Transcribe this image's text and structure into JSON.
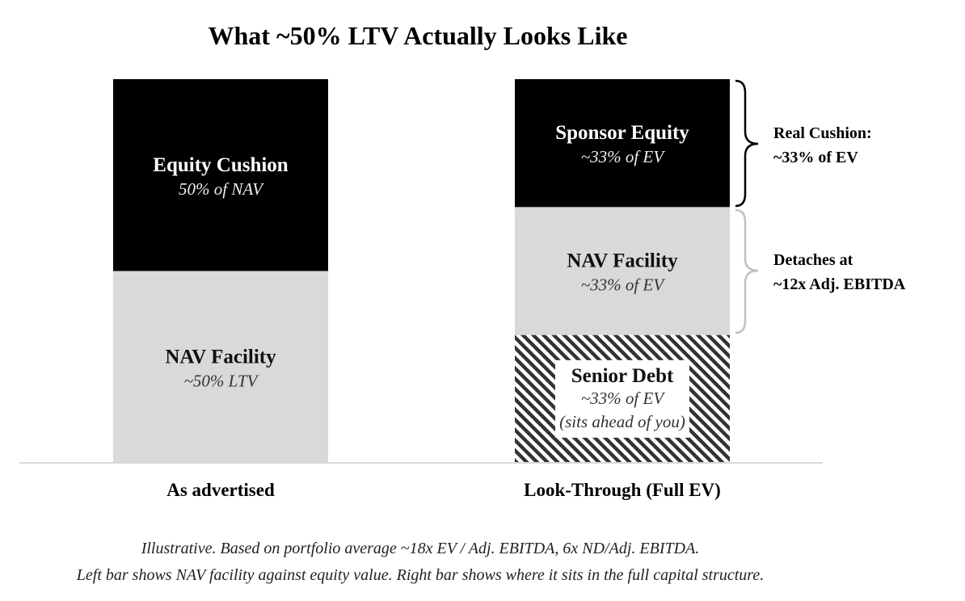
{
  "chart_data": {
    "type": "bar",
    "stacked": true,
    "title": "What ~50% LTV Actually Looks Like",
    "xlabel": "",
    "ylabel": "",
    "grid": false,
    "categories": [
      "As advertised",
      "Look-Through (Full EV)"
    ],
    "bars": [
      {
        "category": "As advertised",
        "segments": [
          {
            "name": "NAV Facility",
            "value": 50,
            "label": "NAV Facility",
            "sublabel": "~50% LTV",
            "style": "light-gray"
          },
          {
            "name": "Equity Cushion",
            "value": 50,
            "label": "Equity Cushion",
            "sublabel": "50% of NAV",
            "style": "black"
          }
        ]
      },
      {
        "category": "Look-Through (Full EV)",
        "segments": [
          {
            "name": "Senior Debt",
            "value": 33.3,
            "label": "Senior Debt",
            "sublabel": "~33% of EV",
            "note": "(sits ahead of you)",
            "style": "hatched"
          },
          {
            "name": "NAV Facility",
            "value": 33.3,
            "label": "NAV Facility",
            "sublabel": "~33% of EV",
            "style": "light-gray"
          },
          {
            "name": "Sponsor Equity",
            "value": 33.3,
            "label": "Sponsor Equity",
            "sublabel": "~33% of EV",
            "style": "black"
          }
        ]
      }
    ],
    "annotations": [
      {
        "target": "Sponsor Equity",
        "line1": "Real Cushion:",
        "line2": "~33% of EV",
        "brace": "black"
      },
      {
        "target": "NAV Facility",
        "line1": "Detaches at",
        "line2": "~12x Adj. EBITDA",
        "brace": "gray"
      }
    ],
    "footnote": [
      "Illustrative. Based on portfolio average ~18x EV / Adj. EBITDA, 6x ND/Adj. EBITDA.",
      "Left bar shows NAV facility against equity value. Right bar shows where it sits in the full capital structure."
    ],
    "ylim": [
      0,
      100
    ]
  },
  "colors": {
    "black": "#000000",
    "light_gray": "#d9d9d9",
    "hatch": "#333333",
    "baseline": "#d9d9d9",
    "brace_black": "#000000",
    "brace_gray": "#c0c0c0"
  }
}
